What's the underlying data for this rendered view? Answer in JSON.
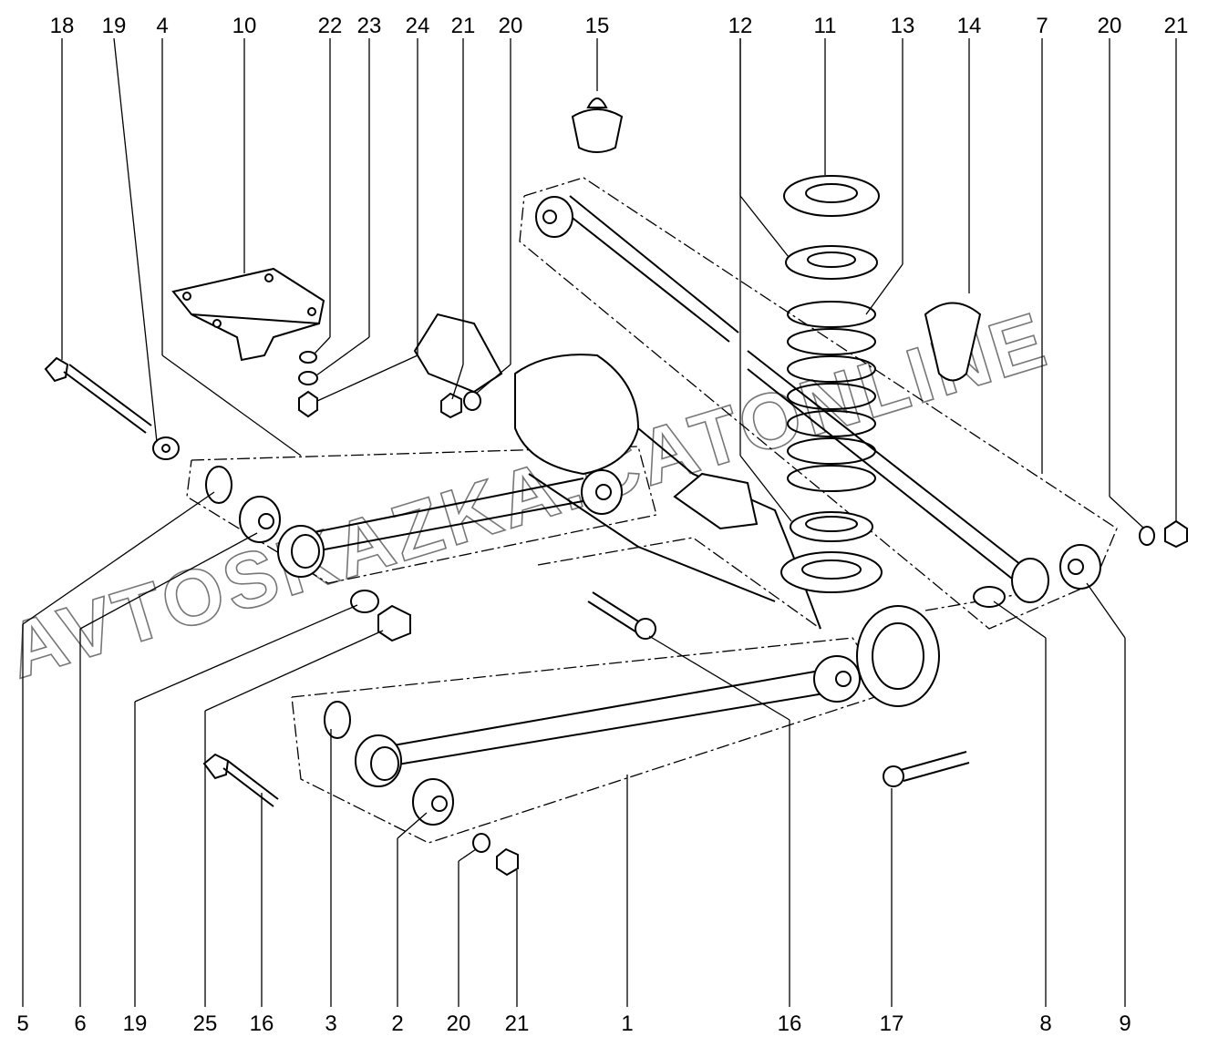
{
  "diagram": {
    "watermark": "AVTOSKAZKA.CATONLINE",
    "top_labels": [
      "18",
      "19",
      "4",
      "10",
      "22",
      "23",
      "24",
      "21",
      "20",
      "15",
      "12",
      "11",
      "13",
      "14",
      "7",
      "20",
      "21"
    ],
    "bottom_labels": [
      "5",
      "6",
      "19",
      "25",
      "16",
      "3",
      "2",
      "20",
      "21",
      "1",
      "16",
      "17",
      "8",
      "9"
    ]
  }
}
